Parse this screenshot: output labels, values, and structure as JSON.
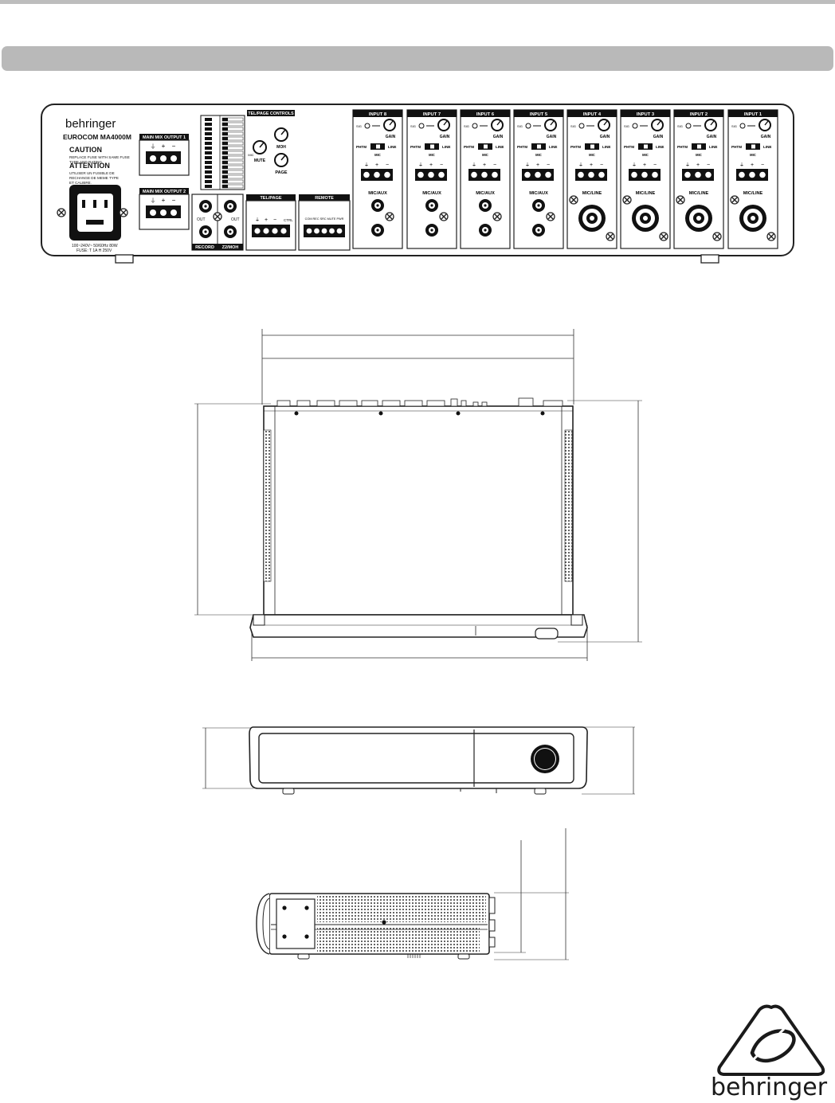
{
  "rear_panel": {
    "brand": "behringer",
    "model": "EUROCOM MA4000M",
    "caution_title": "CAUTION",
    "caution_lines": [
      "REPLACE FUSE WITH SAME FUSE",
      "TYPE AND RATING."
    ],
    "attention_title": "ATTENTION",
    "attention_lines": [
      "UTILISER UN FUSIBLE DE",
      "RECHANGE DE MEME TYPE",
      "ET CALIBRE."
    ],
    "power_spec_lines": [
      "100~240V~ 50/60Hz 80W",
      "FUSE: T 1A H 250V"
    ],
    "main_mix_output_1": "MAIN MIX OUTPUT 1",
    "main_mix_output_2": "MAIN MIX OUTPUT 2",
    "record_label": "RECORD",
    "z2_moh_label": "Z2/MOH",
    "out_label": "OUT",
    "tel_page_controls": "TEL/PAGE CONTROLS",
    "mute_label": "MUTE",
    "moh_label": "MOH",
    "page_label": "PAGE",
    "mic_label": "MIC",
    "tel_page_label": "TEL/PAGE",
    "ctrl_label": "CTRL",
    "remote_label": "REMOTE",
    "remote_pins": "COM  REC  SRC  MUTE  PWR",
    "plus_sign": "+",
    "minus_sign": "−",
    "ground_sign": "⏚",
    "gain_label": "GAIN",
    "sig_label": "SIG",
    "phtm_label": "PHTM",
    "line_label": "LINE",
    "channels": [
      {
        "name": "INPUT 8",
        "jack": "MIC/AUX"
      },
      {
        "name": "INPUT 7",
        "jack": "MIC/AUX"
      },
      {
        "name": "INPUT 6",
        "jack": "MIC/AUX"
      },
      {
        "name": "INPUT 5",
        "jack": "MIC/AUX"
      },
      {
        "name": "INPUT 4",
        "jack": "MIC/LINE"
      },
      {
        "name": "INPUT 3",
        "jack": "MIC/LINE"
      },
      {
        "name": "INPUT 2",
        "jack": "MIC/LINE"
      },
      {
        "name": "INPUT 1",
        "jack": "MIC/LINE"
      }
    ]
  },
  "footer": {
    "brand": "behringer"
  }
}
